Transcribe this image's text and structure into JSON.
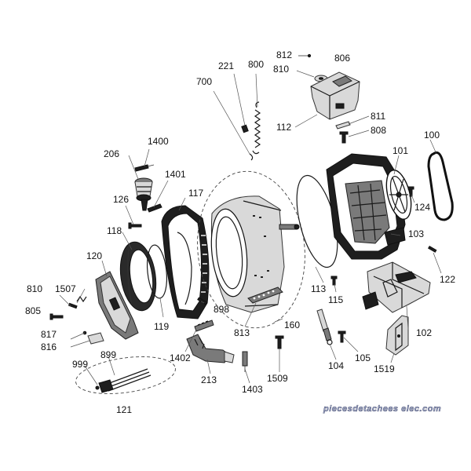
{
  "callouts": {
    "c812": "812",
    "c806": "806",
    "c810a": "810",
    "c221": "221",
    "c800": "800",
    "c700": "700",
    "c112": "112",
    "c811": "811",
    "c808": "808",
    "c1400": "1400",
    "c206": "206",
    "c1401": "1401",
    "c117": "117",
    "c126": "126",
    "c101": "101",
    "c100": "100",
    "c124": "124",
    "c103": "103",
    "c118": "118",
    "c120": "120",
    "c113": "113",
    "c122": "122",
    "c115": "115",
    "c810b": "810",
    "c1507": "1507",
    "c805": "805",
    "c898": "898",
    "c119": "119",
    "c813": "813",
    "c160": "160",
    "c817": "817",
    "c816": "816",
    "c1402": "1402",
    "c102": "102",
    "c899": "899",
    "c999": "999",
    "c104": "104",
    "c105": "105",
    "c213": "213",
    "c1509": "1509",
    "c1403": "1403",
    "c1519": "1519",
    "c121": "121"
  },
  "watermark": "piecesdetachees elec.com",
  "colors": {
    "ink": "#1a1a1a",
    "label": "#111111",
    "watermark_fill": "#9aa4c4",
    "watermark_stroke": "#2a2f55"
  }
}
